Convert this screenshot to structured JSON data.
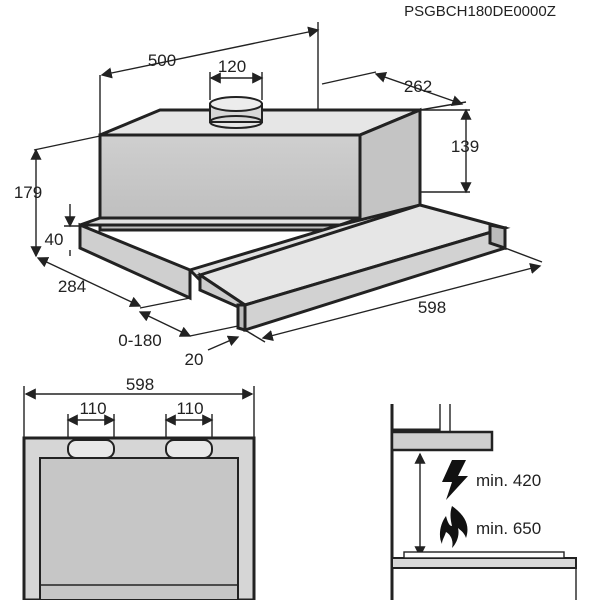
{
  "model_code": "PSGBCH180DE0000Z",
  "top_view": {
    "width_500": "500",
    "duct_120": "120",
    "depth_262": "262",
    "height_139": "139",
    "height_179": "179",
    "front_40": "40",
    "depth_284": "284",
    "extension_0_180": "0-180",
    "offset_20": "20",
    "width_598": "598"
  },
  "front_view": {
    "width_598": "598",
    "slot_left_110": "110",
    "slot_right_110": "110"
  },
  "side_view": {
    "electric_min": "min. 420",
    "gas_min": "min. 650",
    "icons": [
      "lightning-icon",
      "flame-icon"
    ]
  },
  "colors": {
    "line": "#222222",
    "hood_fill": "#d4d4d4"
  }
}
